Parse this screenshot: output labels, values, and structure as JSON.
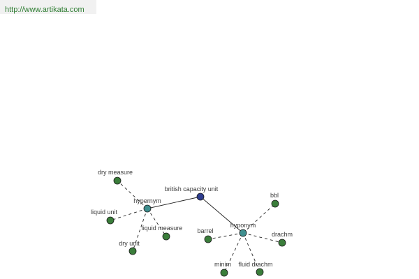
{
  "site_link": {
    "text": "http://www.artikata.com"
  },
  "diagram": {
    "center": {
      "label": "british capacity unit",
      "color": "#2e3d8f"
    },
    "groups": [
      {
        "label": "hypernym",
        "color": "#3f8f8f",
        "children": [
          "dry measure",
          "liquid unit",
          "liquid measure",
          "dry unit"
        ]
      },
      {
        "label": "hyponym",
        "color": "#3f8f8f",
        "children": [
          "bbl",
          "barrel",
          "drachm",
          "minim",
          "fluid drachm"
        ]
      }
    ],
    "leaf_color": "#3a7d3a"
  }
}
